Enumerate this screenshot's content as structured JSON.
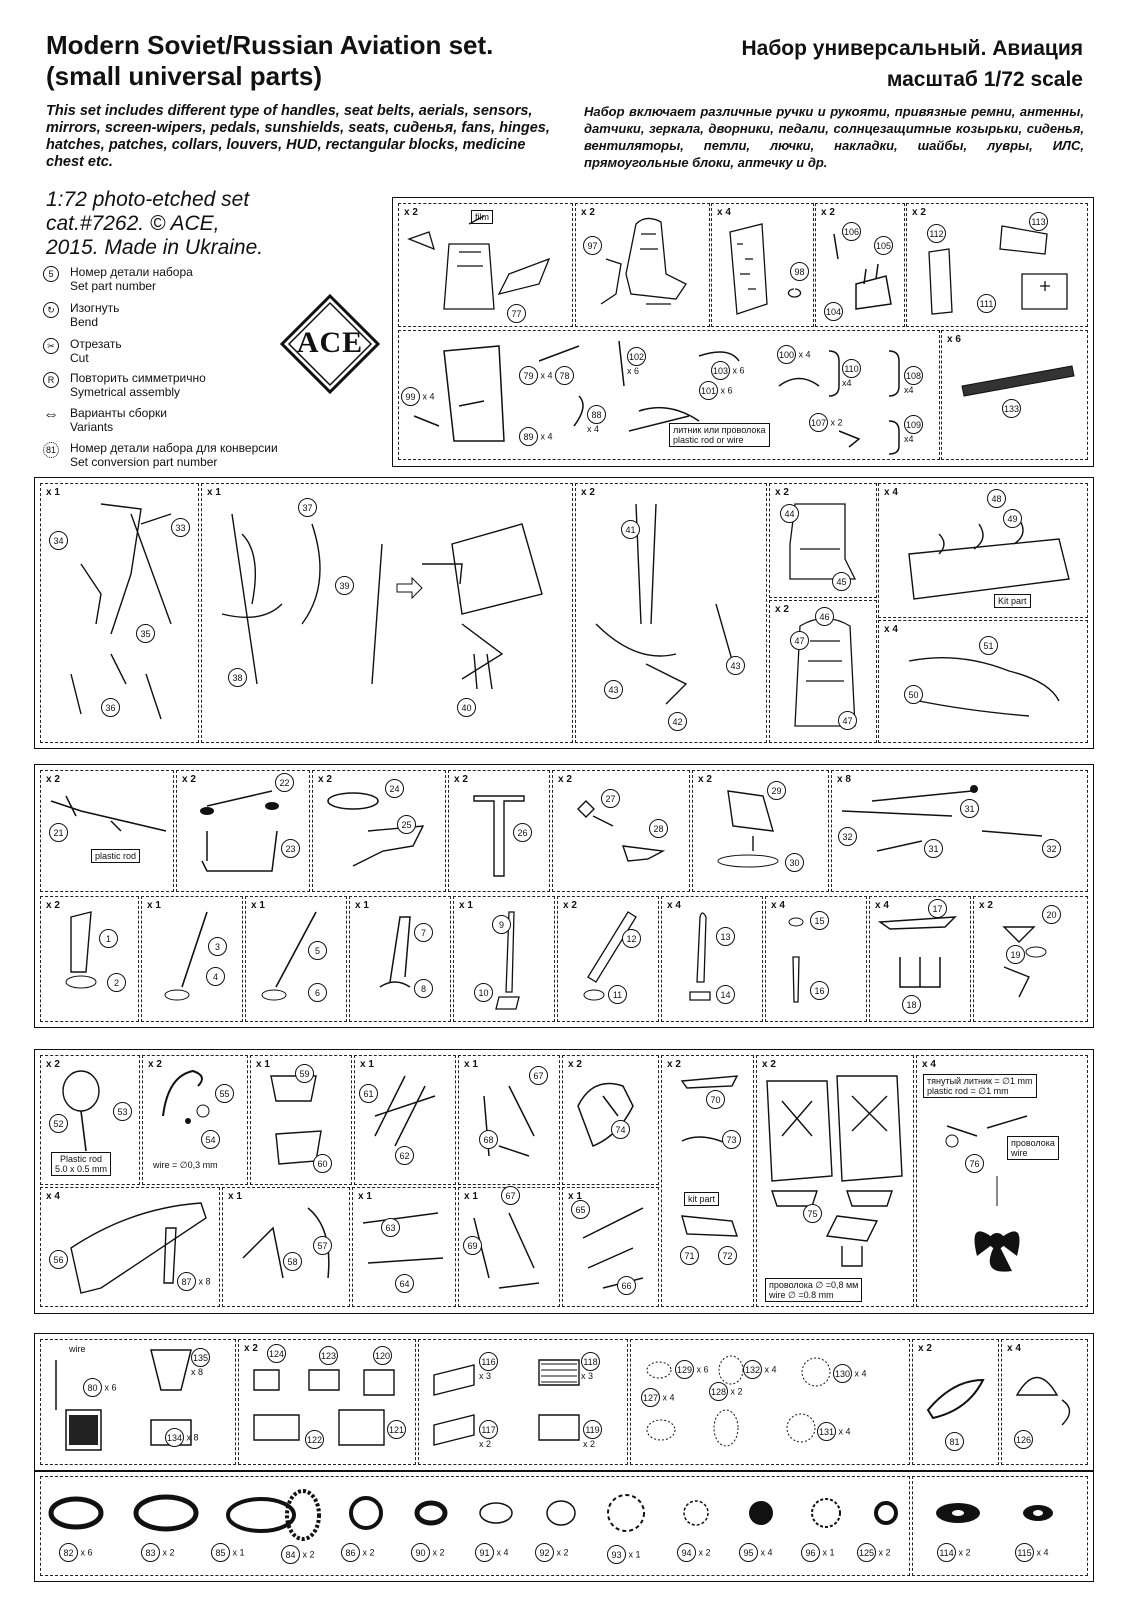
{
  "header": {
    "title_en_1": "Modern Soviet/Russian Aviation set.",
    "title_en_2": "(small universal parts)",
    "title_ru_1": "Набор универсальный. Авиация",
    "title_ru_2": "масштаб 1/72 scale",
    "desc_en": "This set includes different type of handles, seat belts, aerials, sensors, mirrors, screen-wipers, pedals, sunshields, seats, сиденья, fans, hinges, hatches, patches, collars, louvers, HUD, rectangular blocks, medicine chest etc.",
    "desc_ru": "Набор включает различные ручки и рукояти, привязные ремни, антенны, датчики, зеркала, дворники, педали, солнцезащитные козырьки, сиденья, вентиляторы, петли, лючки, накладки, шайбы, лувры, ИЛС, прямоугольные блоки, аптечку и др.",
    "cat_1": "1:72 photo-etched set",
    "cat_2": "cat.#7262. © ACE,",
    "cat_3": "2015. Made in Ukraine.",
    "logo": "ACE"
  },
  "legend": [
    {
      "sym": "5",
      "icon": "part-number-icon",
      "ru": "Номер детали набора",
      "en": "Set part number"
    },
    {
      "sym": "↻",
      "icon": "bend-icon",
      "ru": "Изогнуть",
      "en": "Bend"
    },
    {
      "sym": "✂",
      "icon": "cut-icon",
      "ru": "Отрезать",
      "en": "Cut"
    },
    {
      "sym": "R",
      "icon": "symmetric-icon",
      "ru": "Повторить симметрично",
      "en": "Symetrical assembly"
    },
    {
      "sym": "⇔",
      "icon": "variants-icon",
      "ru": "Варианты сборки",
      "en": "Variants"
    },
    {
      "sym": "81",
      "icon": "conversion-part-icon",
      "ru": "Номер детали набора для конверсии",
      "en": "Set conversion part number"
    }
  ],
  "labels": {
    "film": "film",
    "rod_ru": "литник или проволока",
    "rod_en": "plastic rod or wire",
    "kit_part_a": "Kit part",
    "plastic_rod": "plastic rod",
    "plastic_rod_size_1": "Plastic rod",
    "plastic_rod_size_2": "5.0 x 0.5 mm",
    "wire_03": "wire = ∅0,3 mm",
    "sprue_ru": "тянутый литник = ∅1 mm",
    "sprue_en": "plastic rod = ∅1 mm",
    "wire_ru": "проволока",
    "wire_en": "wire",
    "kit_part_b": "kit part",
    "wire08_ru": "проволока ∅ =0,8 мм",
    "wire08_en": "wire ∅ =0.8 mm",
    "wire": "wire"
  },
  "qty": {
    "a1": "x 2",
    "a2": "x 2",
    "a3": "x 4",
    "a4": "x 2",
    "a5": "x 2",
    "a6": "x 6",
    "b1": "x 1",
    "b2": "x 1",
    "b3": "x 2",
    "b4": "x 2",
    "b5": "x 4",
    "b6": "x 2",
    "b7": "x 4",
    "c1": "x 2",
    "c2": "x 2",
    "c3": "x 2",
    "c4": "x 2",
    "c5": "x 2",
    "c6": "x 2",
    "c7": "x 8",
    "d1": "x 2",
    "d2": "x 1",
    "d3": "x 1",
    "d4": "x 1",
    "d5": "x 1",
    "d6": "x 2",
    "d7": "x 4",
    "d8": "x 4",
    "d9": "x 4",
    "d10": "x 2",
    "e1": "x 2",
    "e2": "x 2",
    "e3": "x 1",
    "e4": "x 1",
    "e5": "x 1",
    "e6": "x 2",
    "e7": "x 2",
    "e8": "x 2",
    "e9": "x 4",
    "e10": "x 4",
    "e11": "x 1",
    "e12": "x 1",
    "e13": "x 1",
    "e14": "x 1",
    "f2": "x 2",
    "f5": "x 2",
    "f6": "x 4"
  },
  "parts": {
    "p77": "77",
    "p97": "97",
    "p98": "98",
    "p106": "106",
    "p105": "105",
    "p104": "104",
    "p112": "112",
    "p113": "113",
    "p111": "111",
    "p99": "99",
    "p99q": "x 4",
    "p79": "79",
    "p79q": "x 4",
    "p78": "78",
    "p102": "102",
    "p102q": "x 6",
    "p103": "103",
    "p103q": "x 6",
    "p100": "100",
    "p100q": "x 4",
    "p110": "110",
    "p110q": "x4",
    "p108": "108",
    "p108q": "x4",
    "p101": "101",
    "p101q": "x 6",
    "p89": "89",
    "p89q": "x 4",
    "p88": "88",
    "p88q": "x 4",
    "p107": "107",
    "p107q": "x 2",
    "p109": "109",
    "p109q": "x4",
    "p133": "133",
    "p34": "34",
    "p33": "33",
    "p35": "35",
    "p36": "36",
    "p37": "37",
    "p39": "39",
    "p38": "38",
    "p40": "40",
    "p41": "41",
    "p43a": "43",
    "p43b": "43",
    "p42": "42",
    "p44": "44",
    "p45": "45",
    "p48": "48",
    "p49": "49",
    "p46": "46",
    "p47a": "47",
    "p47b": "47",
    "p51": "51",
    "p50": "50",
    "p21": "21",
    "p22": "22",
    "p23": "23",
    "p24": "24",
    "p25": "25",
    "p26": "26",
    "p27": "27",
    "p28": "28",
    "p29": "29",
    "p30": "30",
    "p31a": "31",
    "p31b": "31",
    "p32a": "32",
    "p32b": "32",
    "p1": "1",
    "p2": "2",
    "p3": "3",
    "p4": "4",
    "p5": "5",
    "p6": "6",
    "p7": "7",
    "p8": "8",
    "p9": "9",
    "p10": "10",
    "p11": "11",
    "p12": "12",
    "p13": "13",
    "p14": "14",
    "p15": "15",
    "p16": "16",
    "p17": "17",
    "p18": "18",
    "p19": "19",
    "p20": "20",
    "p52": "52",
    "p53": "53",
    "p55": "55",
    "p54": "54",
    "p59": "59",
    "p60": "60",
    "p61": "61",
    "p62": "62",
    "p67a": "67",
    "p68": "68",
    "p74": "74",
    "p70": "70",
    "p73": "73",
    "p76": "76",
    "p56": "56",
    "p87": "87",
    "p87q": "x 8",
    "p58": "58",
    "p57": "57",
    "p63": "63",
    "p64": "64",
    "p67b": "67",
    "p69": "69",
    "p65": "65",
    "p66": "66",
    "p71": "71",
    "p72": "72",
    "p75": "75",
    "p80": "80",
    "p80q": "x 6",
    "p135": "135",
    "p135q": "x 8",
    "p134": "134",
    "p134q": "x 8",
    "p124": "124",
    "p123": "123",
    "p120": "120",
    "p122": "122",
    "p121": "121",
    "p116": "116",
    "p116q": "x 3",
    "p118": "118",
    "p118q": "x 3",
    "p117": "117",
    "p117q": "x 2",
    "p119": "119",
    "p119q": "x 2",
    "p129": "129",
    "p129q": "x 6",
    "p132": "132",
    "p132q": "x 4",
    "p130": "130",
    "p130q": "x 4",
    "p127": "127",
    "p127q": "x 4",
    "p128": "128",
    "p128q": "x 2",
    "p131": "131",
    "p131q": "x 4",
    "p81": "81",
    "p126": "126",
    "p82": "82",
    "p82q": "x 6",
    "p83": "83",
    "p83q": "x 2",
    "p85": "85",
    "p85q": "x 1",
    "p84": "84",
    "p84q": "x 2",
    "p86": "86",
    "p86q": "x 2",
    "p90": "90",
    "p90q": "x 2",
    "p91": "91",
    "p91q": "x 4",
    "p92": "92",
    "p92q": "x 2",
    "p93": "93",
    "p93q": "x 1",
    "p94": "94",
    "p94q": "x 2",
    "p95": "95",
    "p95q": "x 4",
    "p96": "96",
    "p96q": "x 1",
    "p125": "125",
    "p125q": "x 2",
    "p114": "114",
    "p114q": "x 2",
    "p115": "115",
    "p115q": "x 4"
  }
}
